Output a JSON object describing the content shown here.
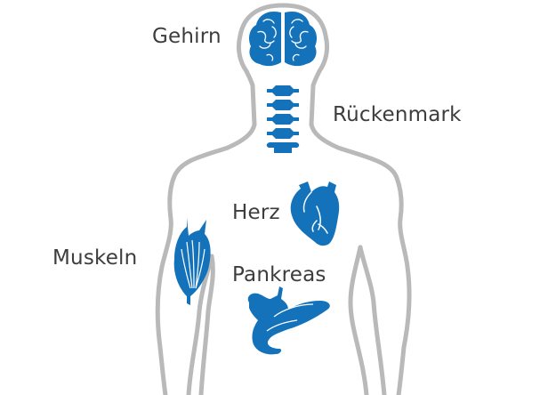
{
  "figure": {
    "subject": "Human body outline with organs",
    "colors": {
      "organ": "#1472bb",
      "outline": "#b9b9b9",
      "text": "#3d3d3d",
      "background": "#ffffff"
    },
    "labels": {
      "brain": "Gehirn",
      "spinal_cord": "Rückenmark",
      "heart": "Herz",
      "muscles": "Muskeln",
      "pancreas": "Pankreas"
    }
  }
}
